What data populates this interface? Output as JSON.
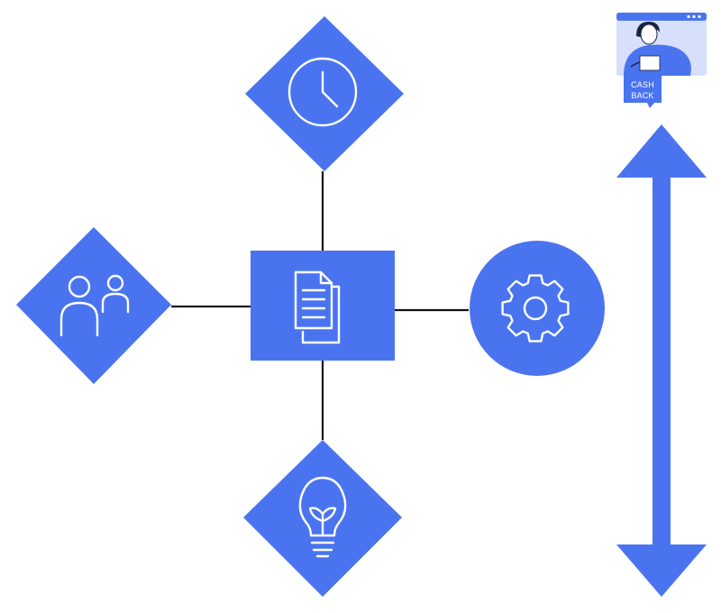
{
  "diagram": {
    "center_node": {
      "shape": "rectangle",
      "icon": "document-icon"
    },
    "nodes": [
      {
        "id": "top",
        "shape": "diamond",
        "icon": "clock-icon"
      },
      {
        "id": "left",
        "shape": "diamond",
        "icon": "users-icon"
      },
      {
        "id": "bottom",
        "shape": "diamond",
        "icon": "lightbulb-icon"
      },
      {
        "id": "right",
        "shape": "circle",
        "icon": "gear-icon"
      }
    ],
    "arrow": {
      "direction": "vertical",
      "heads": "both",
      "icon": "double-arrow-icon"
    }
  },
  "cashback_card": {
    "label_line1": "CASH",
    "label_line2": "BACK",
    "icon": "person-with-cashback-sign-icon"
  },
  "colors": {
    "accent": "#4a74ef",
    "connector": "#111111",
    "icon_stroke": "#ffffff",
    "card_background": "#d6e0fb",
    "figure_dark": "#1a2340"
  }
}
